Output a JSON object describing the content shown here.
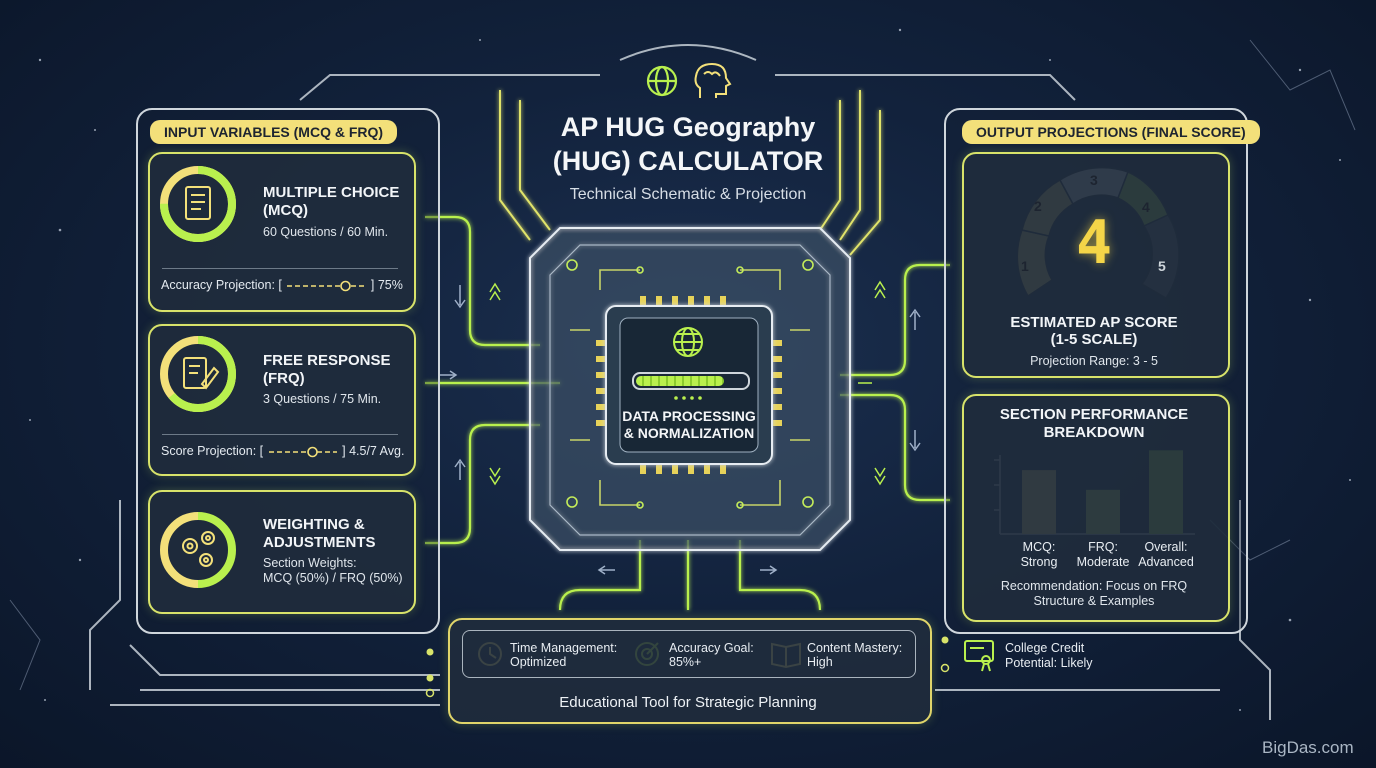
{
  "header": {
    "title_line1": "AP HUG Geography",
    "title_line2": "(HUG) CALCULATOR",
    "subtitle": "Technical Schematic & Projection"
  },
  "inputs": {
    "section_label": "INPUT VARIABLES (MCQ & FRQ)",
    "mcq": {
      "title_line1": "MULTIPLE CHOICE",
      "title_line2": "(MCQ)",
      "detail": "60 Questions / 60 Min.",
      "projection_label": "Accuracy Projection: [",
      "projection_close": "]",
      "projection_value": "75%",
      "accuracy": 0.75
    },
    "frq": {
      "title_line1": "FREE RESPONSE",
      "title_line2": "(FRQ)",
      "detail": "3 Questions / 75 Min.",
      "projection_label": "Score Projection: [",
      "projection_close": "]",
      "projection_value": "4.5/7 Avg.",
      "score_fraction": 0.64
    },
    "weights": {
      "title_line1": "WEIGHTING &",
      "title_line2": "ADJUSTMENTS",
      "detail_line1": "Section Weights:",
      "detail_line2": "MCQ (50%) / FRQ (50%)"
    }
  },
  "processor": {
    "label_line1": "DATA PROCESSING",
    "label_line2": "& NORMALIZATION",
    "progress": 0.8
  },
  "outputs": {
    "section_label": "OUTPUT PROJECTIONS (FINAL SCORE)",
    "gauge": {
      "segments": [
        "1",
        "2",
        "3",
        "4",
        "5"
      ],
      "score": "4",
      "title_line1": "ESTIMATED AP SCORE",
      "title_line2": "(1-5 SCALE)",
      "range": "Projection Range: 3 - 5"
    },
    "breakdown": {
      "title_line1": "SECTION PERFORMANCE",
      "title_line2": "BREAKDOWN",
      "recommendation_line1": "Recommendation: Focus on FRQ",
      "recommendation_line2": "Structure & Examples"
    }
  },
  "chart_data": {
    "type": "bar",
    "categories": [
      "MCQ: Strong",
      "FRQ: Moderate",
      "Overall: Advanced"
    ],
    "category_lines": [
      [
        "MCQ:",
        "Strong"
      ],
      [
        "FRQ:",
        "Moderate"
      ],
      [
        "Overall:",
        "Advanced"
      ]
    ],
    "values": [
      68,
      47,
      89
    ],
    "ylim": [
      0,
      100
    ],
    "colors": [
      "#f5dd78",
      "#ccef62",
      "#b7f04d"
    ],
    "grid": false,
    "title": "SECTION PERFORMANCE BREAKDOWN"
  },
  "footer": {
    "time_line1": "Time Management:",
    "time_line2": "Optimized",
    "accuracy_line1": "Accuracy Goal:",
    "accuracy_line2": "85%+",
    "mastery_line1": "Content Mastery:",
    "mastery_line2": "High",
    "tagline": "Educational Tool for Strategic Planning",
    "credit_line1": "College Credit",
    "credit_line2": "Potential: Likely"
  },
  "watermark": "BigDas.com",
  "colors": {
    "accent_yellow": "#f3e07a",
    "accent_green": "#b9f04e",
    "panel_border": "#d8e36a",
    "background": "#12223c"
  }
}
